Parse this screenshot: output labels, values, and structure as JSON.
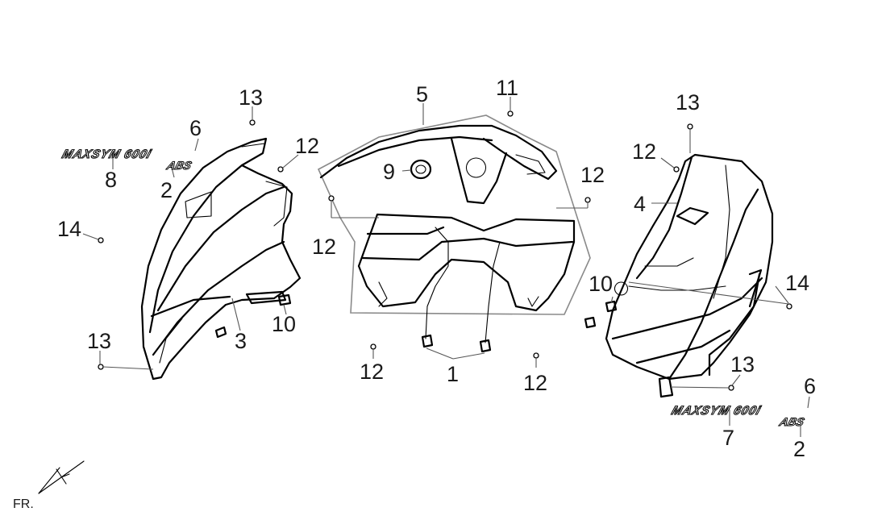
{
  "callouts": {
    "c1": "1",
    "c2_left": "2",
    "c2_right": "2",
    "c3": "3",
    "c4": "4",
    "c5": "5",
    "c6_left": "6",
    "c6_right": "6",
    "c7": "7",
    "c8": "8",
    "c9": "9",
    "c10_left": "10",
    "c10_right": "10",
    "c11": "11",
    "c12_a": "12",
    "c12_b": "12",
    "c12_c": "12",
    "c12_d": "12",
    "c12_e": "12",
    "c12_f": "12",
    "c13_a": "13",
    "c13_b": "13",
    "c13_c": "13",
    "c13_d": "13",
    "c14_left": "14",
    "c14_right": "14"
  },
  "emblems": {
    "model_left": "MAXSYM 600i",
    "abs_left": "ABS",
    "model_right": "MAXSYM 600i",
    "abs_right": "ABS"
  },
  "orientation": {
    "label": "FR."
  }
}
